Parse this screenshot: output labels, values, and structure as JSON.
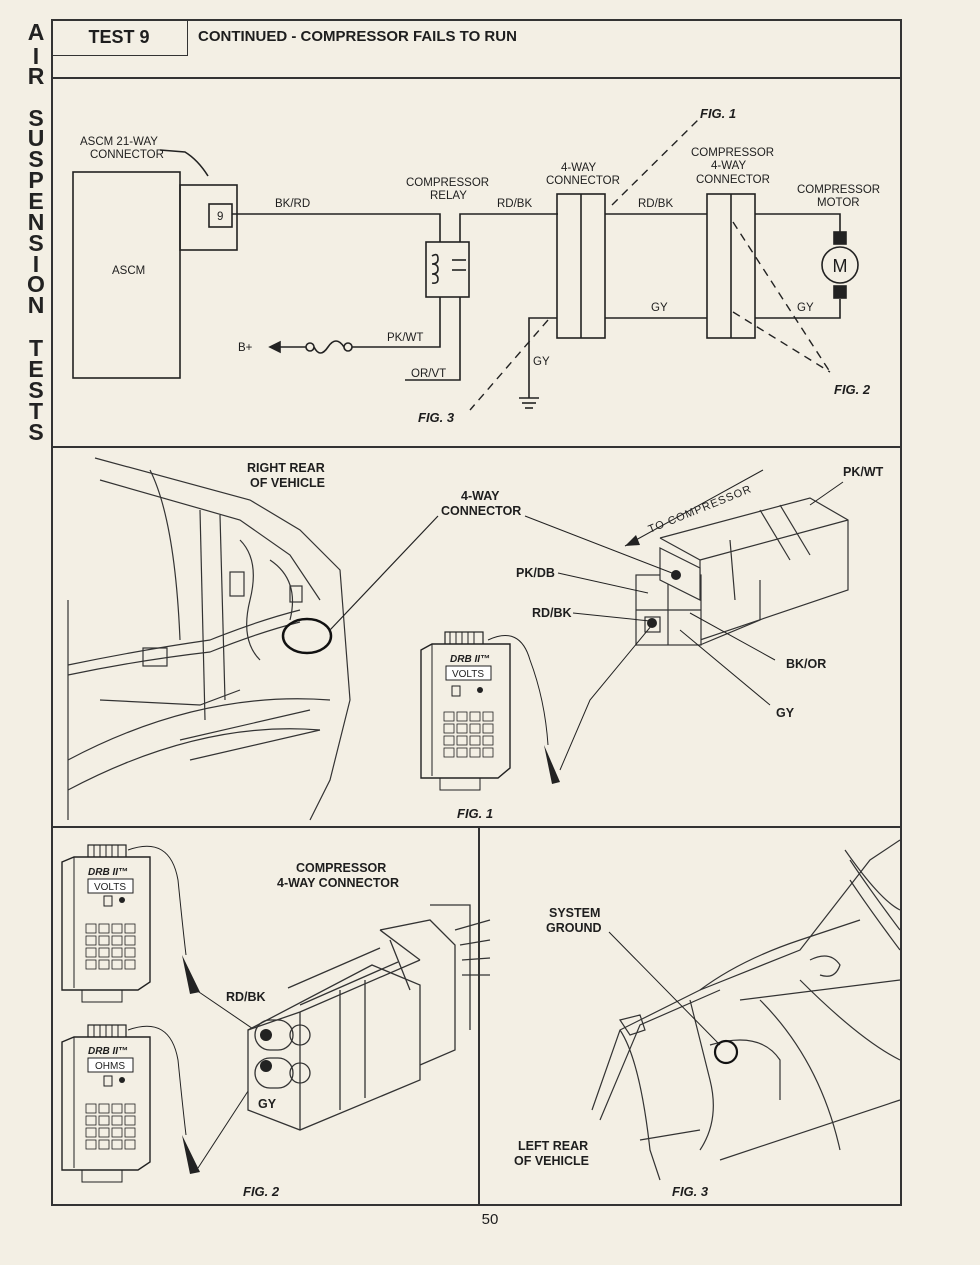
{
  "side_title_letters": [
    "A",
    "I",
    "R",
    "S",
    "U",
    "S",
    "P",
    "E",
    "N",
    "S",
    "I",
    "O",
    "N",
    "T",
    "E",
    "S",
    "T",
    "S"
  ],
  "header": {
    "test_label": "TEST 9",
    "title": "CONTINUED - COMPRESSOR FAILS TO RUN"
  },
  "schematic": {
    "ascm_connector_label": [
      "ASCM 21-WAY",
      "CONNECTOR"
    ],
    "ascm_label": "ASCM",
    "pin_number": "9",
    "wire_bk_rd": "BK/RD",
    "relay_label": [
      "COMPRESSOR",
      "RELAY"
    ],
    "wire_rd_bk_1": "RD/BK",
    "wire_rd_bk_2": "RD/BK",
    "four_way_label": [
      "4-WAY",
      "CONNECTOR"
    ],
    "comp_four_way_label": [
      "COMPRESSOR",
      "4-WAY",
      "CONNECTOR"
    ],
    "motor_label": [
      "COMPRESSOR",
      "MOTOR"
    ],
    "motor_symbol": "M",
    "b_plus": "B+",
    "wire_pk_wt": "PK/WT",
    "wire_or_vt": "OR/VT",
    "wire_gy_1": "GY",
    "wire_gy_2": "GY",
    "wire_gy_3": "GY",
    "fig1": "FIG. 1",
    "fig2": "FIG. 2",
    "fig3": "FIG. 3"
  },
  "fig1_panel": {
    "location_label": [
      "RIGHT REAR",
      "OF VEHICLE"
    ],
    "connector_label": [
      "4-WAY",
      "CONNECTOR"
    ],
    "to_compressor": "TO COMPRESSOR",
    "pk_wt": "PK/WT",
    "pk_db": "PK/DB",
    "rd_bk": "RD/BK",
    "bk_or": "BK/OR",
    "gy": "GY",
    "tester_brand": "DRB II™",
    "tester_mode": "VOLTS",
    "caption": "FIG. 1"
  },
  "fig2_panel": {
    "title": [
      "COMPRESSOR",
      "4-WAY CONNECTOR"
    ],
    "rd_bk": "RD/BK",
    "gy": "GY",
    "tester1_brand": "DRB II™",
    "tester1_mode": "VOLTS",
    "tester2_brand": "DRB II™",
    "tester2_mode": "OHMS",
    "caption": "FIG. 2"
  },
  "fig3_panel": {
    "ground_label": [
      "SYSTEM",
      "GROUND"
    ],
    "location_label": [
      "LEFT REAR",
      "OF VEHICLE"
    ],
    "caption": "FIG. 3"
  },
  "page_number": "50"
}
